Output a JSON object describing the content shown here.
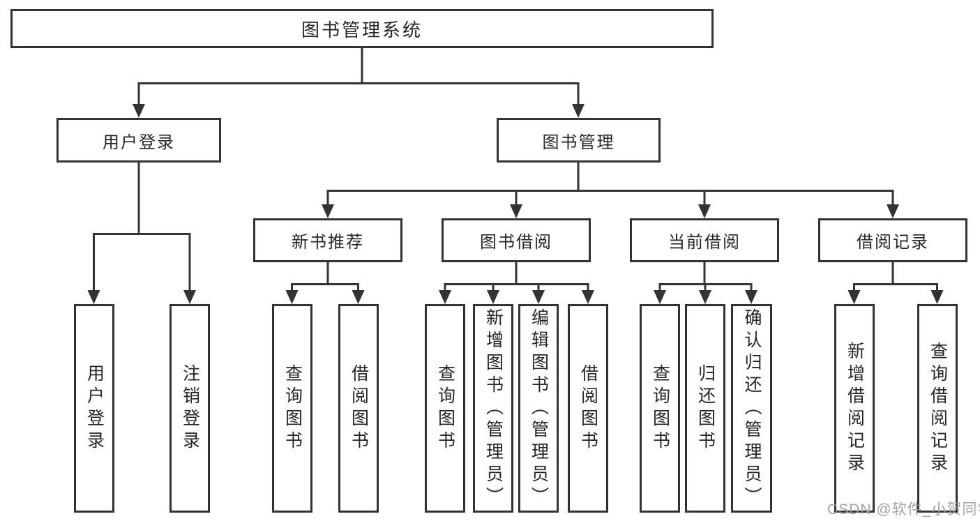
{
  "diagram": {
    "title": "图书管理系统",
    "tree": {
      "root": {
        "label": "图书管理系统",
        "children": [
          {
            "label": "用户登录",
            "children": [
              {
                "label": "用户登录"
              },
              {
                "label": "注销登录"
              }
            ]
          },
          {
            "label": "图书管理",
            "children": [
              {
                "label": "新书推荐",
                "children": [
                  {
                    "label": "查询图书"
                  },
                  {
                    "label": "借阅图书"
                  }
                ]
              },
              {
                "label": "图书借阅",
                "children": [
                  {
                    "label": "查询图书"
                  },
                  {
                    "label": "新增图书（管理员）"
                  },
                  {
                    "label": "编辑图书（管理员）"
                  },
                  {
                    "label": "借阅图书"
                  }
                ]
              },
              {
                "label": "当前借阅",
                "children": [
                  {
                    "label": "查询图书"
                  },
                  {
                    "label": "归还图书"
                  },
                  {
                    "label": "确认归还（管理员）"
                  }
                ]
              },
              {
                "label": "借阅记录",
                "children": [
                  {
                    "label": "新增借阅记录"
                  },
                  {
                    "label": "查询借阅记录"
                  }
                ]
              }
            ]
          }
        ]
      }
    },
    "colors": {
      "line": "#333333",
      "text": "#262626",
      "background": "#ffffff",
      "watermark": "#9e9e9e"
    },
    "watermark": {
      "text": "CSDN @软件_小贺同学"
    }
  }
}
